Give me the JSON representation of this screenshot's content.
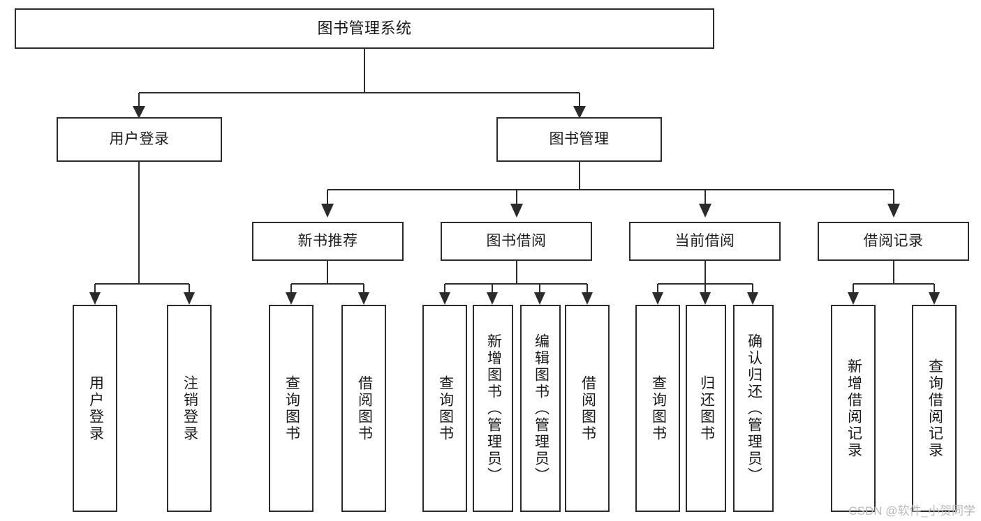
{
  "diagram": {
    "title": "图书管理系统",
    "type": "tree-hierarchy-chart",
    "orientation": "top-down",
    "colors": {
      "box_border": "#2b2b2b",
      "box_fill": "#ffffff",
      "connector": "#2b2b2b",
      "text": "#1a1a1a",
      "watermark": "#b9b9b9",
      "background": "#ffffff"
    },
    "levels": {
      "root": [
        "图书管理系统"
      ],
      "level_2": [
        "用户登录",
        "图书管理"
      ],
      "level_3": [
        "新书推荐",
        "图书借阅",
        "当前借阅",
        "借阅记录"
      ],
      "level_4": [
        "用户登录",
        "注销登录",
        "查询图书",
        "借阅图书",
        "查询图书",
        "新增图书（管理员）",
        "编辑图书（管理员）",
        "借阅图书",
        "查询图书",
        "归还图书",
        "确认归还（管理员）",
        "新增借阅记录",
        "查询借阅记录"
      ]
    }
  },
  "nodes": {
    "root": {
      "label": "图书管理系统"
    },
    "user_login": {
      "label": "用户登录"
    },
    "book_mgmt": {
      "label": "图书管理"
    },
    "new_book_rec": {
      "label": "新书推荐"
    },
    "book_borrow": {
      "label": "图书借阅"
    },
    "current_borrow": {
      "label": "当前借阅"
    },
    "borrow_record": {
      "label": "借阅记录"
    },
    "leaf_user_login": {
      "label": "用户登录"
    },
    "leaf_logout": {
      "label": "注销登录"
    },
    "leaf_query_book_1": {
      "label": "查询图书"
    },
    "leaf_borrow_book_1": {
      "label": "借阅图书"
    },
    "leaf_query_book_2": {
      "label": "查询图书"
    },
    "leaf_add_book": {
      "label": "新增图书（管理员）"
    },
    "leaf_edit_book": {
      "label": "编辑图书（管理员）"
    },
    "leaf_borrow_book_2": {
      "label": "借阅图书"
    },
    "leaf_query_book_3": {
      "label": "查询图书"
    },
    "leaf_return_book": {
      "label": "归还图书"
    },
    "leaf_confirm_return": {
      "label": "确认归还（管理员）"
    },
    "leaf_add_record": {
      "label": "新增借阅记录"
    },
    "leaf_query_record": {
      "label": "查询借阅记录"
    }
  },
  "watermark": {
    "text": "CSDN @软件_小贺同学"
  }
}
